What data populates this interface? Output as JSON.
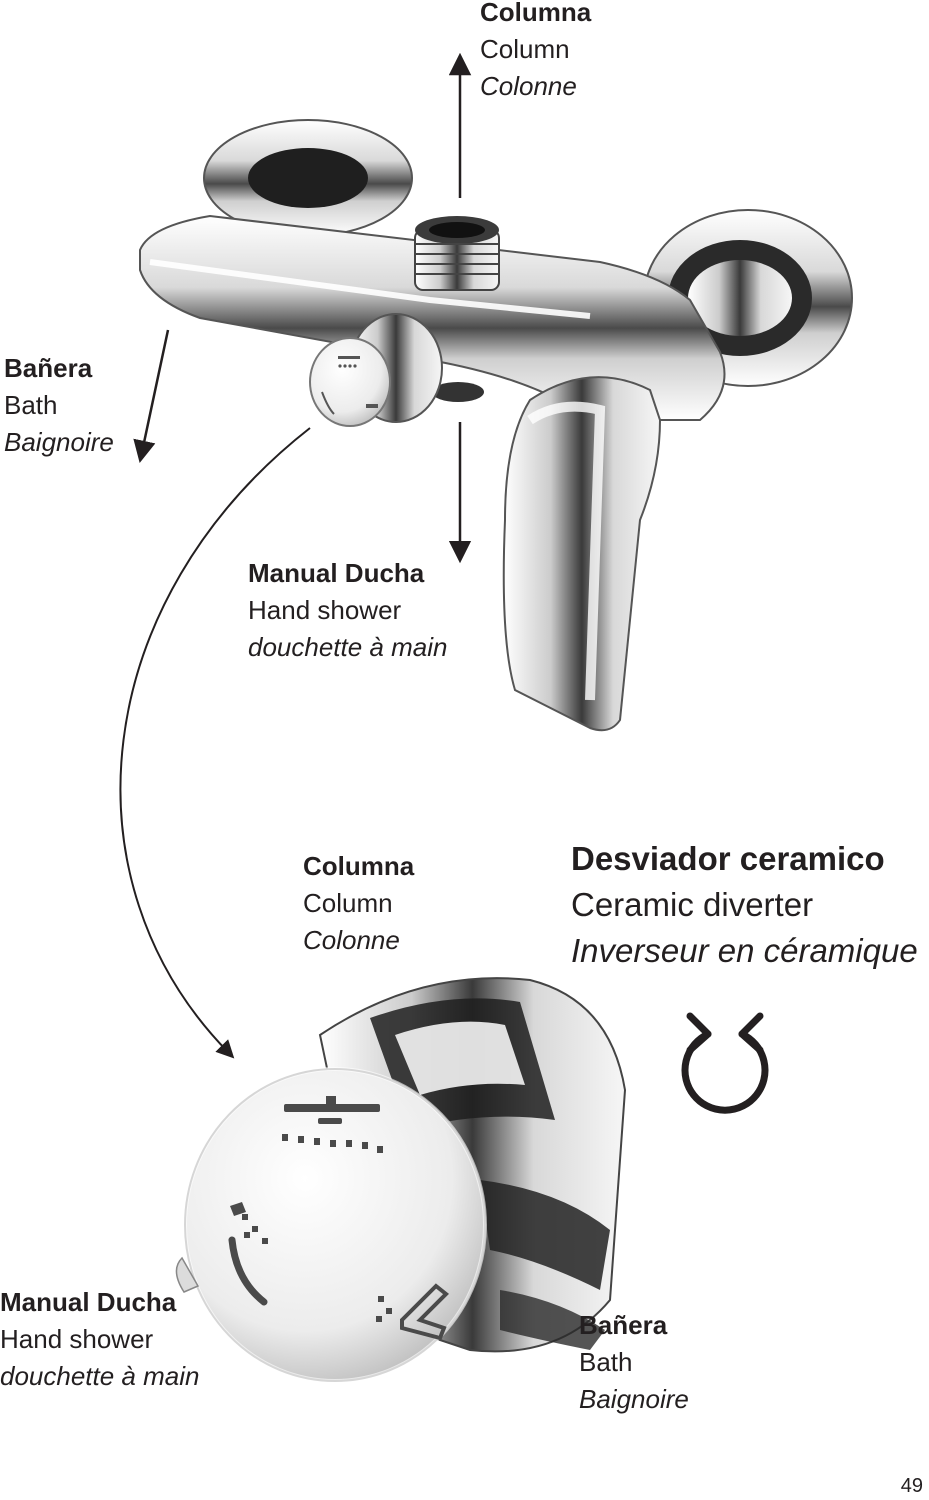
{
  "top_labels": {
    "column": {
      "es": "Columna",
      "en": "Column",
      "fr": "Colonne"
    },
    "bath": {
      "es": "Bañera",
      "en": "Bath",
      "fr": "Baignoire"
    },
    "hand_shower": {
      "es": "Manual Ducha",
      "en": "Hand shower",
      "fr": "douchette à main"
    }
  },
  "detail_labels": {
    "column": {
      "es": "Columna",
      "en": "Column",
      "fr": "Colonne"
    },
    "diverter": {
      "es": "Desviador ceramico",
      "en": "Ceramic diverter",
      "fr": "Inverseur en céramique"
    },
    "hand_shower": {
      "es": "Manual Ducha",
      "en": "Hand shower",
      "fr": "douchette à main"
    },
    "bath": {
      "es": "Bañera",
      "en": "Bath",
      "fr": "Baignoire"
    }
  },
  "icons": [
    "rotate-icon",
    "shower-head-icon",
    "hand-shower-icon",
    "bath-spout-icon"
  ],
  "page_number": "49",
  "colors": {
    "text": "#231f20",
    "chrome_dark": "#2b2b2b",
    "chrome_light": "#f2f2f2"
  }
}
